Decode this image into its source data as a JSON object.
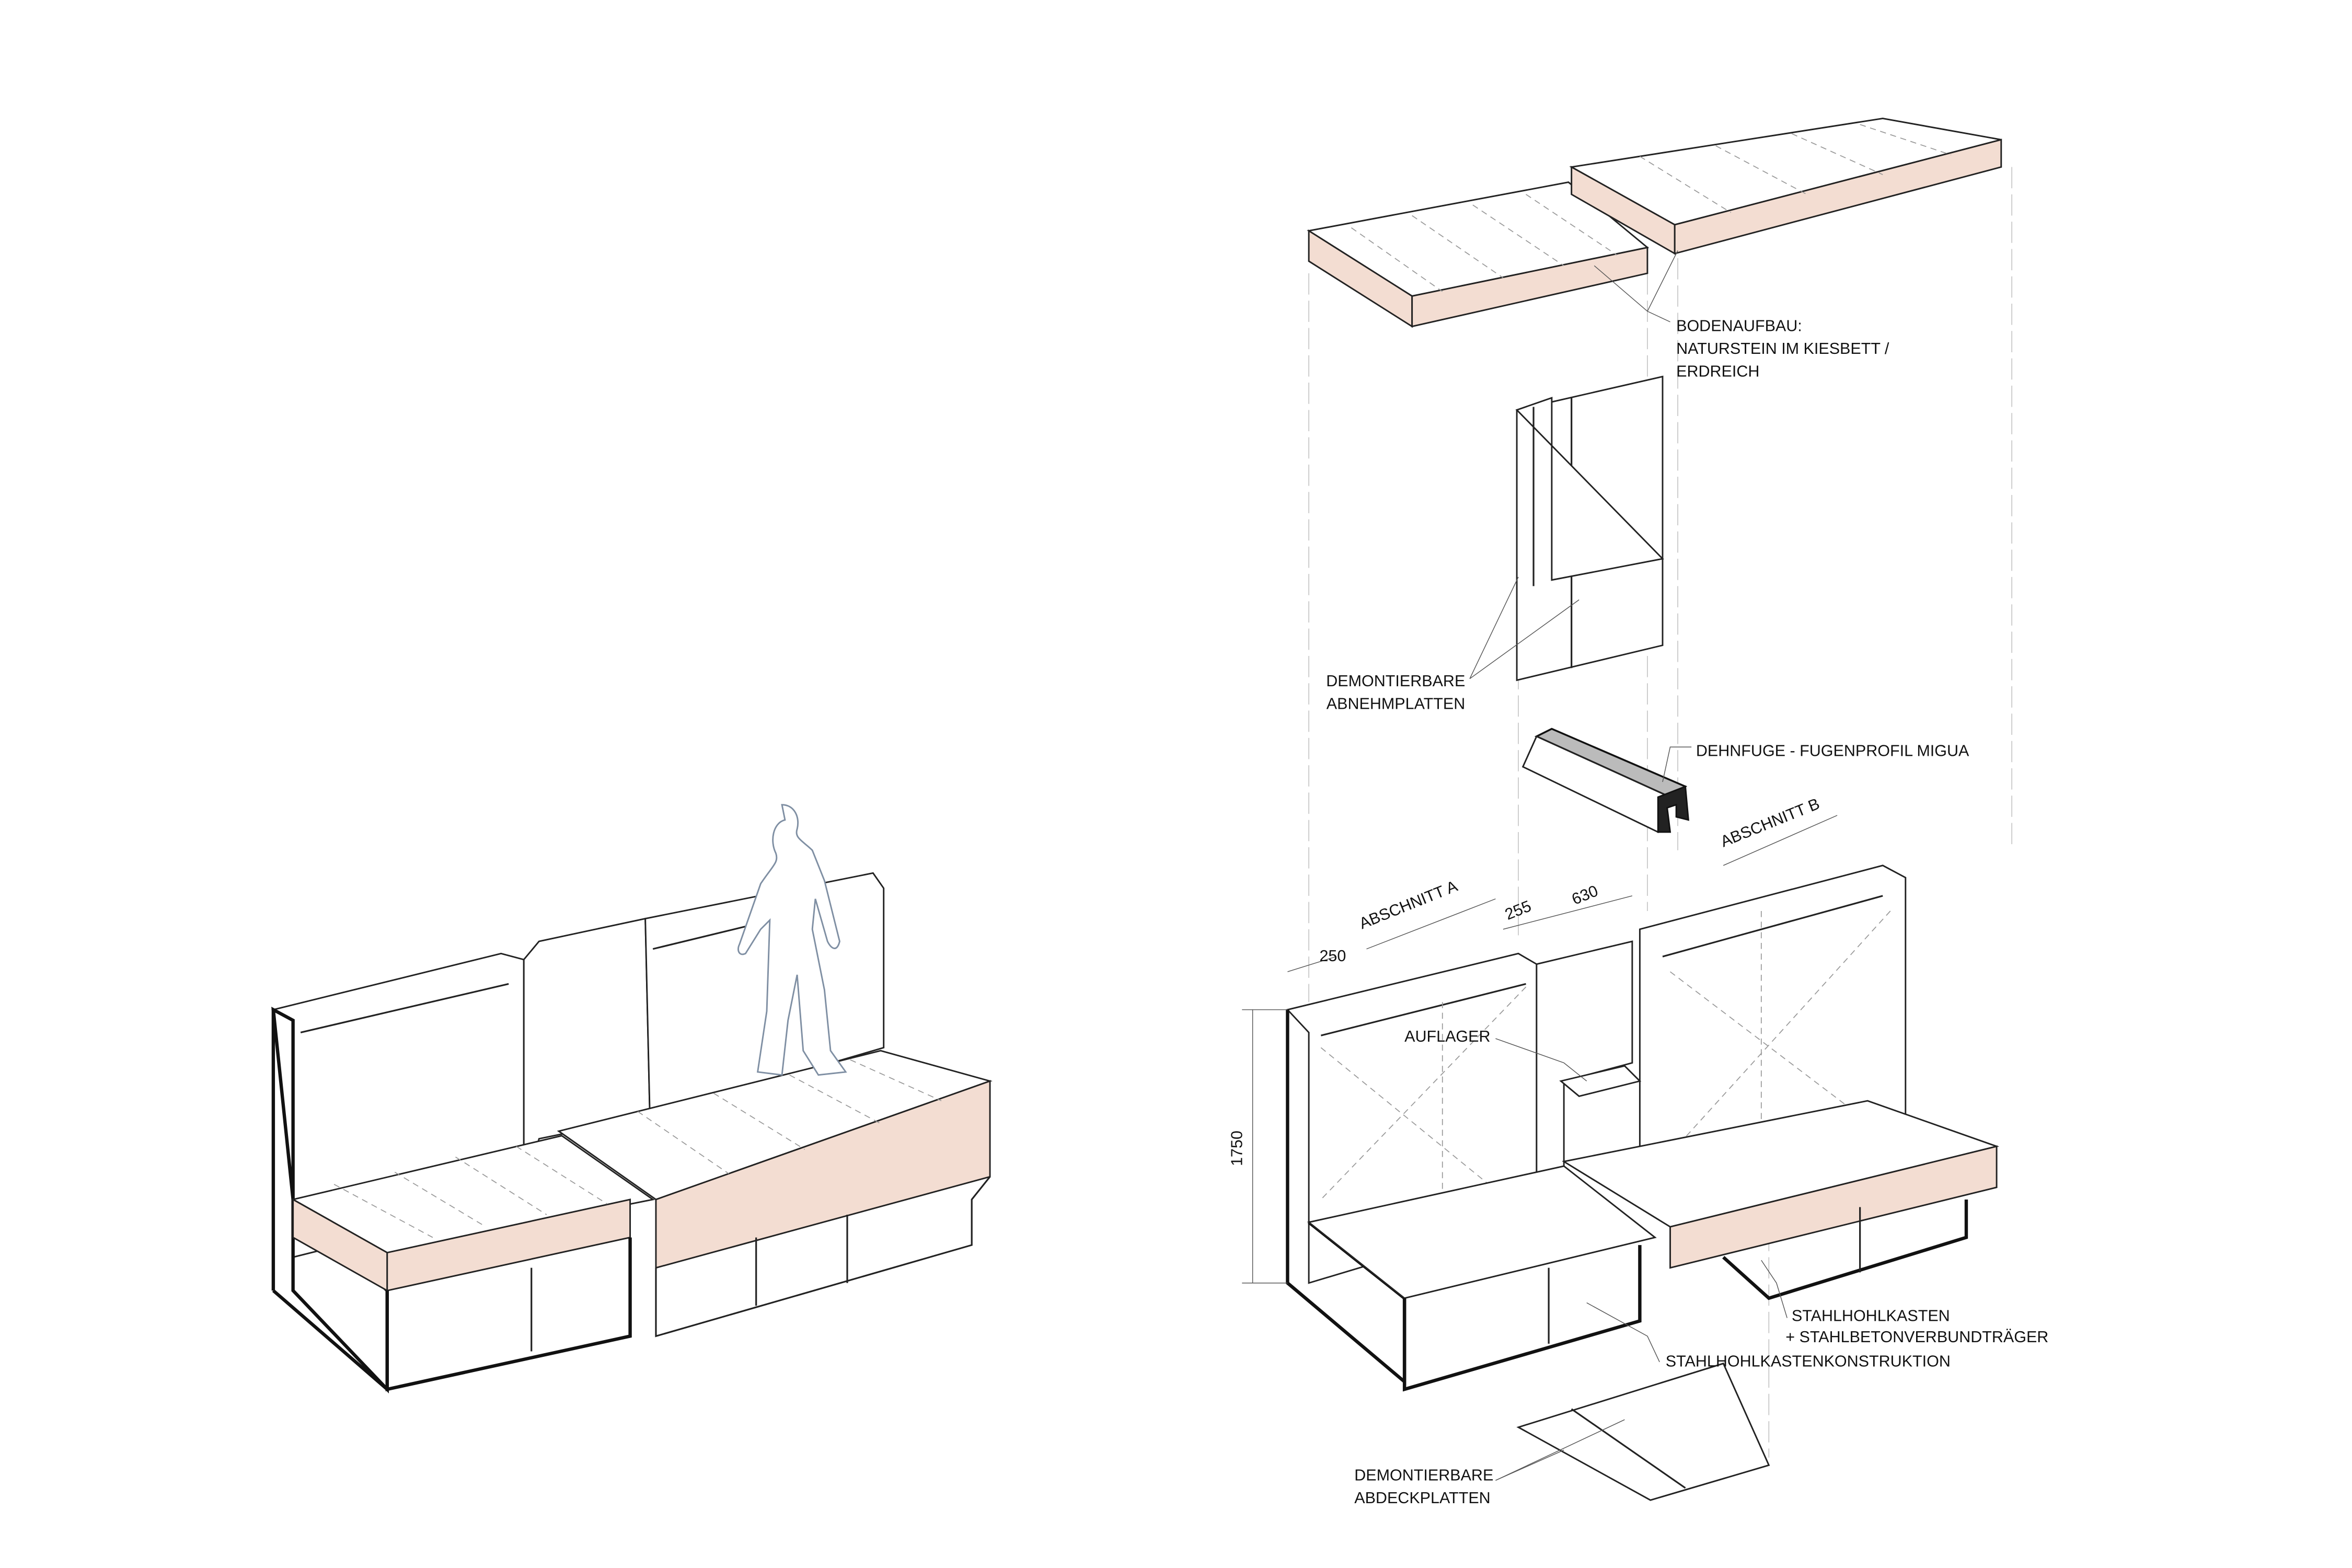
{
  "labels": {
    "bodenaufbau": [
      "BODENAUFBAU:",
      "NATURSTEIN IM KIESBETT /",
      "ERDREICH"
    ],
    "abnehmplatten": [
      "DEMONTIERBARE",
      "ABNEHMPLATTEN"
    ],
    "dehnfuge": "DEHNFUGE - FUGENPROFIL MIGUA",
    "abschnitt_a": "ABSCHNITT A",
    "abschnitt_b": "ABSCHNITT B",
    "auflager": "AUFLAGER",
    "stahlhohlkasten": [
      "STAHLHOHLKASTEN",
      "+ STAHLBETONVERBUNDTRÄGER"
    ],
    "konstruktion": "STAHLHOHLKASTENKONSTRUKTION",
    "abdeckplatten": [
      "DEMONTIERBARE",
      "ABDECKPLATTEN"
    ]
  },
  "dimensions": {
    "d250": "250",
    "d255": "255",
    "d630": "630",
    "d1750": "1750"
  },
  "colors": {
    "stone_bed": "#f3ddd2",
    "line": "#222222",
    "person": "#7f8fa3"
  }
}
